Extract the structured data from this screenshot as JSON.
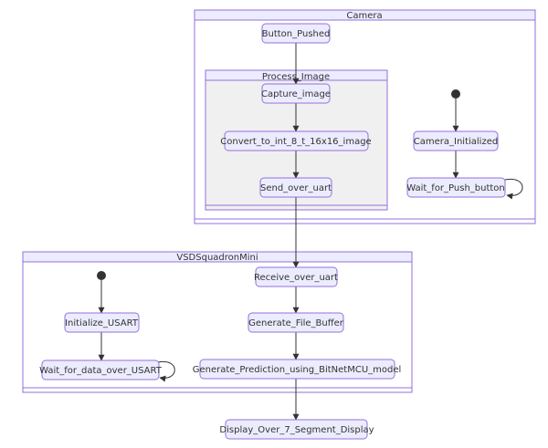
{
  "clusters": {
    "camera": "Camera",
    "process_image": "Process_Image",
    "vsd": "VSDSquadronMini"
  },
  "states": {
    "button_pushed": "Button_Pushed",
    "capture_image": "Capture_image",
    "convert": "Convert_to_int_8_t_16x16_image",
    "send_uart": "Send_over_uart",
    "camera_initialized": "Camera_Initialized",
    "wait_push": "Wait_for_Push_button",
    "receive_uart": "Receive_over_uart",
    "generate_buffer": "Generate_File_Buffer",
    "generate_prediction": "Generate_Prediction_using_BitNetMCU_model",
    "initialize_usart": "Initialize_USART",
    "wait_usart": "Wait_for_data_over_USART",
    "display": "Display_Over_7_Segment_Display"
  }
}
